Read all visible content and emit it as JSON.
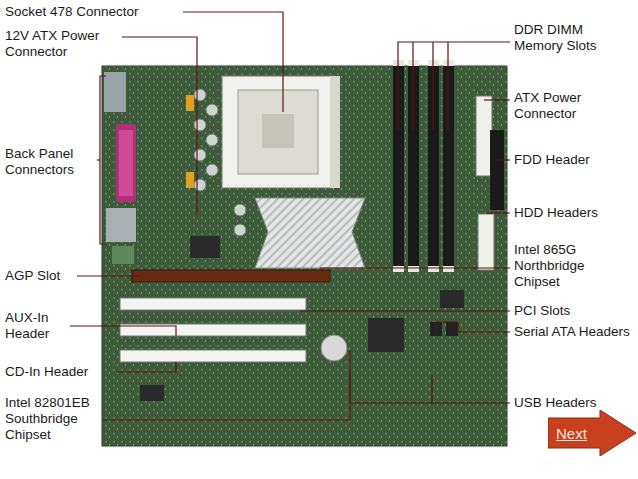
{
  "diagram": {
    "nodes": [
      {
        "text": [
          "Next"
        ]
      }
    ],
    "labels": [
      "Socket 478 Connector",
      "12V ATX Power Connector",
      "Back Panel Connectors",
      "AGP Slot",
      "AUX-In Header",
      "CD-In Header",
      "Intel 82801EB Southbridge Chipset",
      "DDR DIMM Memory Slots",
      "ATX Power Connector",
      "FDD Header",
      "HDD Headers",
      "Intel 865G Northbridge Chipset",
      "PCI Slots",
      "Serial ATA Headers",
      "USB Headers"
    ]
  }
}
